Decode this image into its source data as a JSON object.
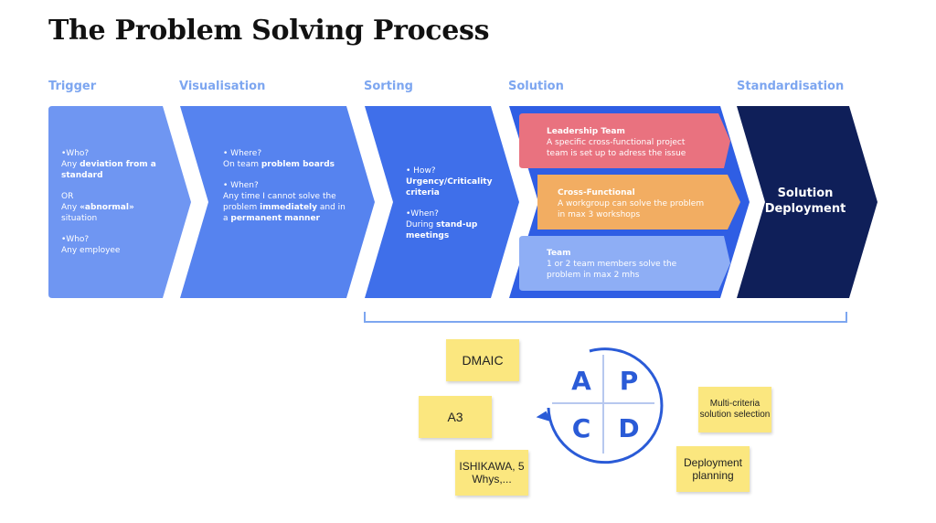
{
  "title": "The Problem Solving Process",
  "stages": [
    {
      "label": "Trigger"
    },
    {
      "label": "Visualisation"
    },
    {
      "label": "Sorting"
    },
    {
      "label": "Solution"
    },
    {
      "label": "Standardisation"
    }
  ],
  "trigger": {
    "q1": "•Who?",
    "l1a": "Any ",
    "l1b": "deviation from a standard",
    "or": "OR",
    "l2a": "Any ",
    "l2b": "«abnormal»",
    "l2c": " situation",
    "q2": "•Who?",
    "l3": "Any employee"
  },
  "visualisation": {
    "q1": "• Where?",
    "l1a": "On team ",
    "l1b": "problem boards",
    "q2": "• When?",
    "l2a": "Any time I cannot solve the problem ",
    "l2b": "immediately",
    "l2c": " and in a ",
    "l2d": "permanent manner"
  },
  "sorting": {
    "q1": "• How?",
    "l1": "Urgency/Criticality criteria",
    "q2": "•When?",
    "l2a": "During ",
    "l2b": "stand-up meetings"
  },
  "solution": {
    "cards": [
      {
        "heading": "Leadership Team",
        "text": "A specific cross-functional project team is set up to adress the issue"
      },
      {
        "heading": "Cross-Functional",
        "text": "A workgroup can solve the problem in max 3 workshops"
      },
      {
        "heading": "Team",
        "text": "1 or 2 team members solve the problem in max 2 mhs"
      }
    ]
  },
  "standardisation": {
    "text": "Solution Deployment"
  },
  "pdca": {
    "a": "A",
    "p": "P",
    "c": "C",
    "d": "D"
  },
  "stickies": {
    "dmaic": "DMAIC",
    "a3": "A3",
    "ishikawa": "ISHIKAWA, 5 Whys,...",
    "multi": "Multi-criteria solution selection",
    "deploy": "Deployment planning"
  },
  "colors": {
    "trigger": "#6f96f2",
    "visualisation": "#5683ef",
    "sorting": "#3f6fea",
    "solution_frame": "#2f5ee4",
    "standardisation": "#0f1f59",
    "leadership": "#e9727f",
    "cross_functional": "#f2ad62",
    "team": "#8eaef5",
    "sticky": "#fbe77f"
  }
}
